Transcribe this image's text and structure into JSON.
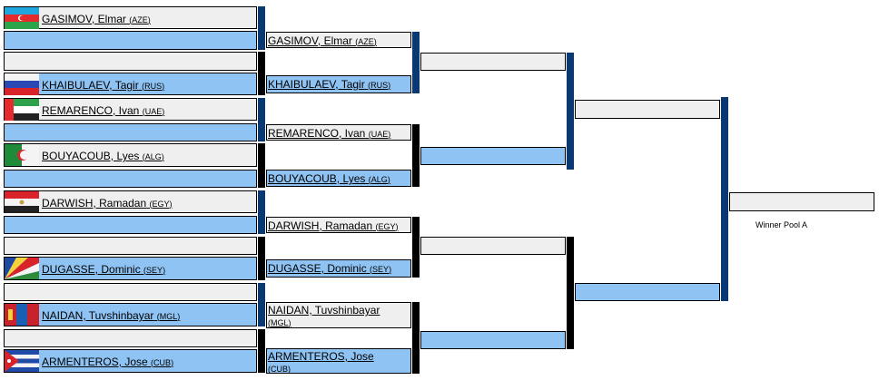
{
  "round1": [
    {
      "name": "GASIMOV, Elmar",
      "nation": "AZE",
      "flag": "flag-aze"
    },
    {
      "name": "KHAIBULAEV, Tagir",
      "nation": "RUS",
      "flag": "flag-rus"
    },
    {
      "name": "REMARENCO, Ivan",
      "nation": "UAE",
      "flag": "flag-uae"
    },
    {
      "name": "BOUYACOUB, Lyes",
      "nation": "ALG",
      "flag": "flag-alg"
    },
    {
      "name": "DARWISH, Ramadan",
      "nation": "EGY",
      "flag": "flag-egy"
    },
    {
      "name": "DUGASSE, Dominic",
      "nation": "SEY",
      "flag": "flag-sey"
    },
    {
      "name": "NAIDAN, Tuvshinbayar",
      "nation": "MGL",
      "flag": "flag-mgl"
    },
    {
      "name": "ARMENTEROS, Jose",
      "nation": "CUB",
      "flag": "flag-cub"
    }
  ],
  "round2": [
    {
      "name": "GASIMOV, Elmar",
      "nation": "AZE"
    },
    {
      "name": "KHAIBULAEV, Tagir",
      "nation": "RUS"
    },
    {
      "name": "REMARENCO, Ivan",
      "nation": "UAE"
    },
    {
      "name": "BOUYACOUB, Lyes",
      "nation": "ALG"
    },
    {
      "name": "DARWISH, Ramadan",
      "nation": "EGY"
    },
    {
      "name": "DUGASSE, Dominic",
      "nation": "SEY"
    },
    {
      "name": "NAIDAN, Tuvshinbayar",
      "nation": "MGL"
    },
    {
      "name": "ARMENTEROS, Jose",
      "nation": "CUB"
    }
  ],
  "winner_label": "Winner Pool A",
  "colors": {
    "cell_white": "#efefef",
    "cell_blue": "#8fc3f3",
    "connector_navy": "#0a3873",
    "connector_black": "#000000"
  }
}
